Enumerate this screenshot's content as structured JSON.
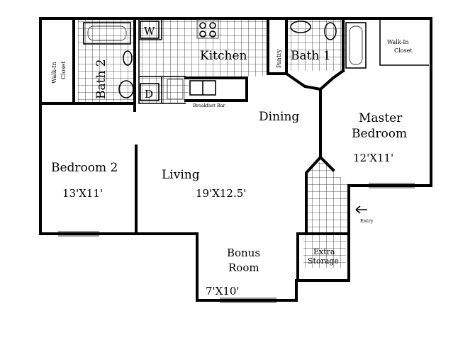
{
  "rooms": {
    "bedroom2": {
      "name": "Bedroom 2",
      "size": "13'X11'"
    },
    "living": {
      "name": "Living",
      "size": "19'X12.5'"
    },
    "dining": {
      "name": "Dining"
    },
    "kitchen": {
      "name": "Kitchen"
    },
    "breakfast_bar": {
      "name": "Breakfast Bar"
    },
    "bath2": {
      "name": "Bath 2"
    },
    "bath1": {
      "name": "Bath 1"
    },
    "master": {
      "name_line1": "Master",
      "name_line2": "Bedroom",
      "size": "12'X11'"
    },
    "bonus": {
      "name_line1": "Bonus",
      "name_line2": "Room",
      "size": "7'X10'"
    },
    "extra_storage": {
      "line1": "Extra",
      "line2": "Storage"
    },
    "walkin_left": {
      "line1": "Walk-In",
      "line2": "Closet"
    },
    "walkin_right": {
      "line1": "Walk-In",
      "line2": "Closet"
    },
    "pantry": {
      "name": "Pantry"
    },
    "washer": {
      "label": "W"
    },
    "dryer": {
      "label": "D"
    },
    "entry": {
      "label": "Entry"
    }
  }
}
